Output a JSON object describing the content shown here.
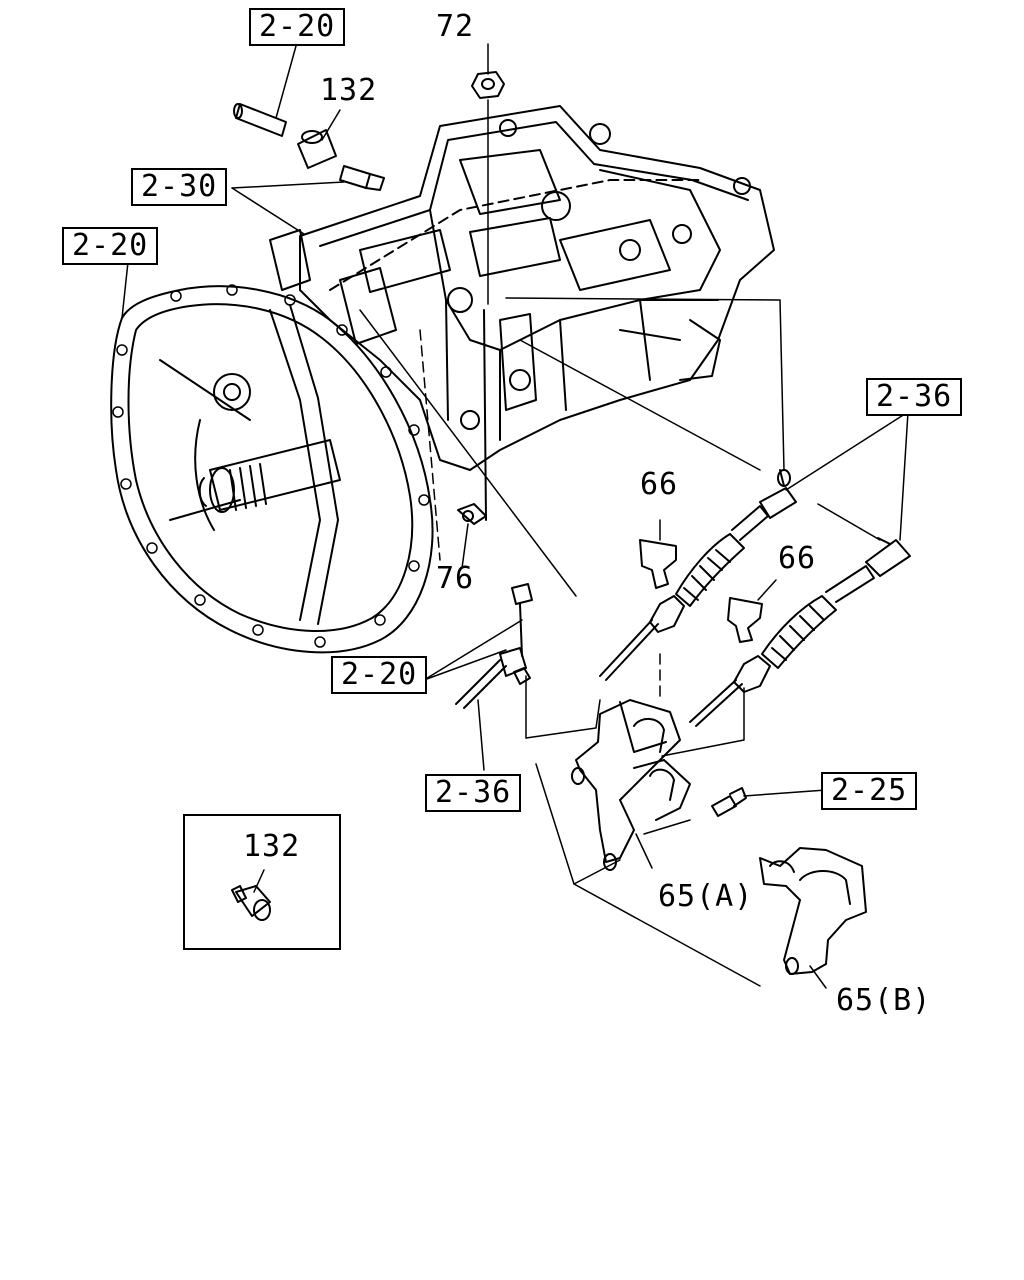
{
  "refs": {
    "r_2_20_top": "2-20",
    "r_2_30": "2-30",
    "r_2_20_left": "2-20",
    "r_2_36_right": "2-36",
    "r_2_20_mid": "2-20",
    "r_2_36_bottom": "2-36",
    "r_2_25": "2-25"
  },
  "parts": {
    "p72": "72",
    "p132": "132",
    "p76": "76",
    "p66_a": "66",
    "p66_b": "66",
    "p65a": "65(A)",
    "p65b": "65(B)",
    "p132_inset": "132"
  }
}
